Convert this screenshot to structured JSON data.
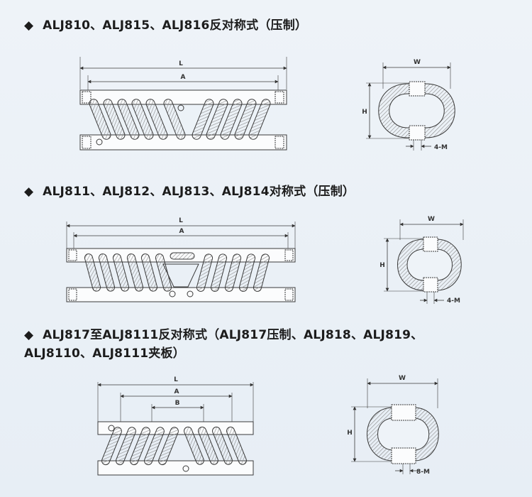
{
  "sections": [
    {
      "marker": "◆",
      "title": "ALJ810、ALJ815、ALJ816反对称式（压制）",
      "front": {
        "L": "L",
        "A": "A"
      },
      "side": {
        "W": "W",
        "H": "H",
        "hole": "4-M"
      }
    },
    {
      "marker": "◆",
      "title": "ALJ811、ALJ812、ALJ813、ALJ814对称式（压制）",
      "front": {
        "L": "L",
        "A": "A"
      },
      "side": {
        "W": "W",
        "H": "H",
        "hole": "4-M"
      }
    },
    {
      "marker": "◆",
      "title": "ALJ817至ALJ8111反对称式（ALJ817压制、ALJ818、ALJ819、",
      "title_line2": "ALJ8110、ALJ8111夹板）",
      "front": {
        "L": "L",
        "A": "A",
        "B": "B"
      },
      "side": {
        "W": "W",
        "H": "H",
        "hole": "8-M"
      }
    }
  ],
  "colors": {
    "stroke": "#3a3a3a",
    "hatch": "#8a8a8a",
    "background": "#eaf0f6"
  }
}
